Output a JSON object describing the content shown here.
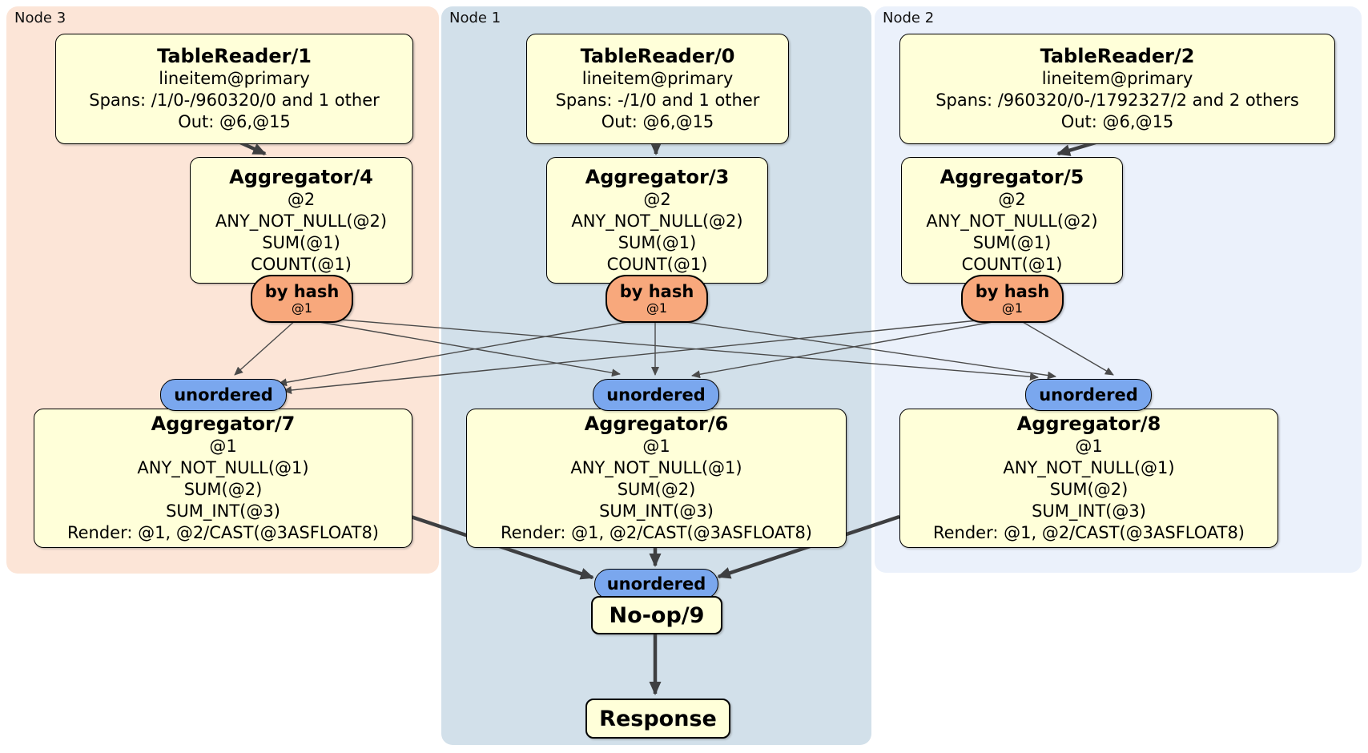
{
  "colors": {
    "region_node3_bg": "#fce5d7",
    "region_node1_bg": "#d2e0ea",
    "region_node2_bg": "#ebf1fb",
    "processor_box_bg": "#ffffd9",
    "router_bg": "#f8a87c",
    "sync_bg": "#7aa7ee",
    "edge_thin": "#4a4a4a",
    "edge_thick": "#3e3f41"
  },
  "regions": {
    "node3": {
      "label": "Node 3"
    },
    "node1": {
      "label": "Node 1"
    },
    "node2": {
      "label": "Node 2"
    }
  },
  "processors": {
    "tablereader1": {
      "title": "TableReader/1",
      "lines": [
        "lineitem@primary",
        "Spans: /1/0-/960320/0 and 1 other",
        "Out: @6,@15"
      ]
    },
    "tablereader0": {
      "title": "TableReader/0",
      "lines": [
        "lineitem@primary",
        "Spans: -/1/0 and 1 other",
        "Out: @6,@15"
      ]
    },
    "tablereader2": {
      "title": "TableReader/2",
      "lines": [
        "lineitem@primary",
        "Spans: /960320/0-/1792327/2 and 2 others",
        "Out: @6,@15"
      ]
    },
    "aggregator4": {
      "title": "Aggregator/4",
      "lines": [
        "@2",
        "ANY_NOT_NULL(@2)",
        "SUM(@1)",
        "COUNT(@1)"
      ]
    },
    "aggregator3": {
      "title": "Aggregator/3",
      "lines": [
        "@2",
        "ANY_NOT_NULL(@2)",
        "SUM(@1)",
        "COUNT(@1)"
      ]
    },
    "aggregator5": {
      "title": "Aggregator/5",
      "lines": [
        "@2",
        "ANY_NOT_NULL(@2)",
        "SUM(@1)",
        "COUNT(@1)"
      ]
    },
    "aggregator7": {
      "title": "Aggregator/7",
      "lines": [
        "@1",
        "ANY_NOT_NULL(@1)",
        "SUM(@2)",
        "SUM_INT(@3)",
        "Render: @1, @2/CAST(@3ASFLOAT8)"
      ]
    },
    "aggregator6": {
      "title": "Aggregator/6",
      "lines": [
        "@1",
        "ANY_NOT_NULL(@1)",
        "SUM(@2)",
        "SUM_INT(@3)",
        "Render: @1, @2/CAST(@3ASFLOAT8)"
      ]
    },
    "aggregator8": {
      "title": "Aggregator/8",
      "lines": [
        "@1",
        "ANY_NOT_NULL(@1)",
        "SUM(@2)",
        "SUM_INT(@3)",
        "Render: @1, @2/CAST(@3ASFLOAT8)"
      ]
    },
    "noop9": {
      "title": "No-op/9"
    },
    "response": {
      "title": "Response"
    }
  },
  "routers": {
    "byhash4": {
      "label": "by hash",
      "detail": "@1"
    },
    "byhash3": {
      "label": "by hash",
      "detail": "@1"
    },
    "byhash5": {
      "label": "by hash",
      "detail": "@1"
    }
  },
  "syncs": {
    "unordered7": {
      "label": "unordered"
    },
    "unordered6": {
      "label": "unordered"
    },
    "unordered8": {
      "label": "unordered"
    },
    "unordered_final": {
      "label": "unordered"
    }
  }
}
